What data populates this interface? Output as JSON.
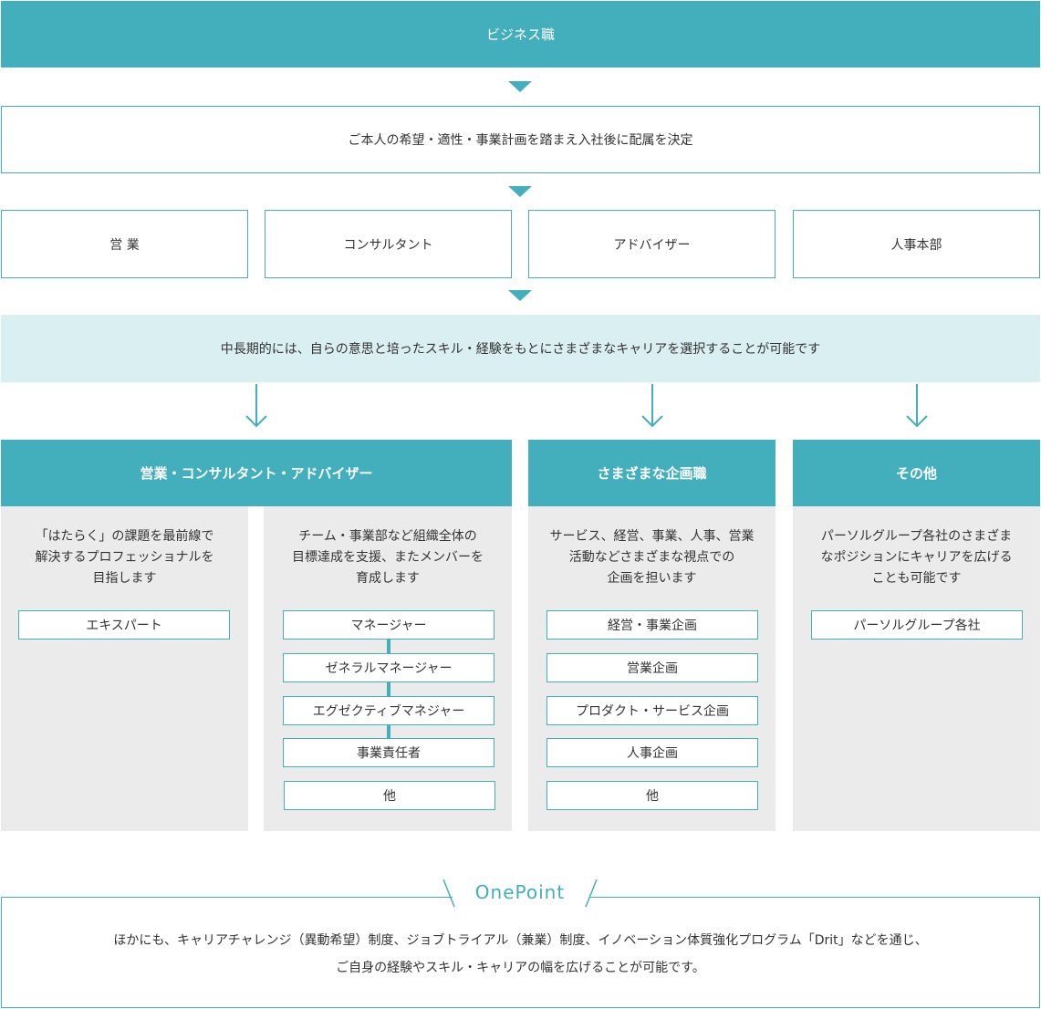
{
  "top": {
    "title": "ビジネス職",
    "decision": "ご本人の希望・適性・事業計画を踏まえ入社後に配属を決定"
  },
  "roles": [
    "営 業",
    "コンサルタント",
    "アドバイザー",
    "人事本部"
  ],
  "midterm": "中長期的には、自らの意思と培ったスキル・経験をもとにさまざまなキャリアを選択することが可能です",
  "tracks": {
    "sales": {
      "header": "営業・コンサルタント・アドバイザー",
      "left": {
        "desc": [
          "「はたらく」の課題を最前線で",
          "解決するプロフェッショナルを",
          "目指します"
        ],
        "items": [
          "エキスパート"
        ]
      },
      "right": {
        "desc": [
          "チーム・事業部など組織全体の",
          "目標達成を支援、またメンバーを",
          "育成します"
        ],
        "items": [
          "マネージャー",
          "ゼネラルマネージャー",
          "エグゼクティブマネジャー",
          "事業責任者",
          "他"
        ]
      }
    },
    "planning": {
      "header": "さまざまな企画職",
      "desc": [
        "サービス、経営、事業、人事、営業",
        "活動などさまざまな視点での",
        "企画を担います"
      ],
      "items": [
        "経営・事業企画",
        "営業企画",
        "プロダクト・サービス企画",
        "人事企画",
        "他"
      ]
    },
    "other": {
      "header": "その他",
      "desc": [
        "パーソルグループ各社のさまざま",
        "なポジションにキャリアを広げる",
        "ことも可能です"
      ],
      "items": [
        "パーソルグループ各社"
      ]
    }
  },
  "onepoint": {
    "title": "OnePoint",
    "lines": [
      "ほかにも、キャリアチャレンジ（異動希望）制度、ジョブトライアル（兼業）制度、イノベーション体質強化プログラム「Drit」などを通じ、",
      "ご自身の経験やスキル・キャリアの幅を広げることが可能です。"
    ]
  },
  "colors": {
    "accent": "#43aebc",
    "light": "#daeff2",
    "panel": "#ebebeb"
  }
}
